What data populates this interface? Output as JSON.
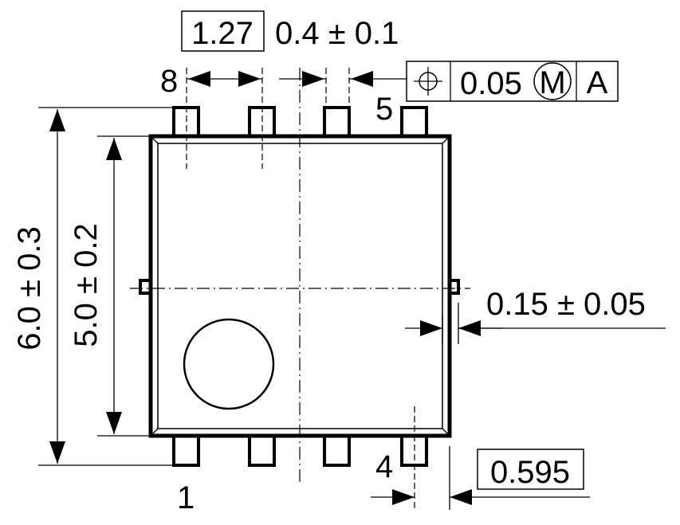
{
  "dimensions": {
    "pitch": "1.27",
    "lead_width": "0.4 ± 0.1",
    "position_tolerance": {
      "value": "0.05",
      "modifier": "M",
      "datum": "A"
    },
    "total_height": "6.0 ± 0.3",
    "body_height": "5.0 ± 0.2",
    "tab_width": "0.15 ± 0.05",
    "lead_offset": "0.595"
  },
  "pins": {
    "pin_8": "8",
    "pin_5": "5",
    "pin_1": "1",
    "pin_4": "4"
  },
  "icons": {
    "position_symbol": "position-tolerance-icon"
  }
}
